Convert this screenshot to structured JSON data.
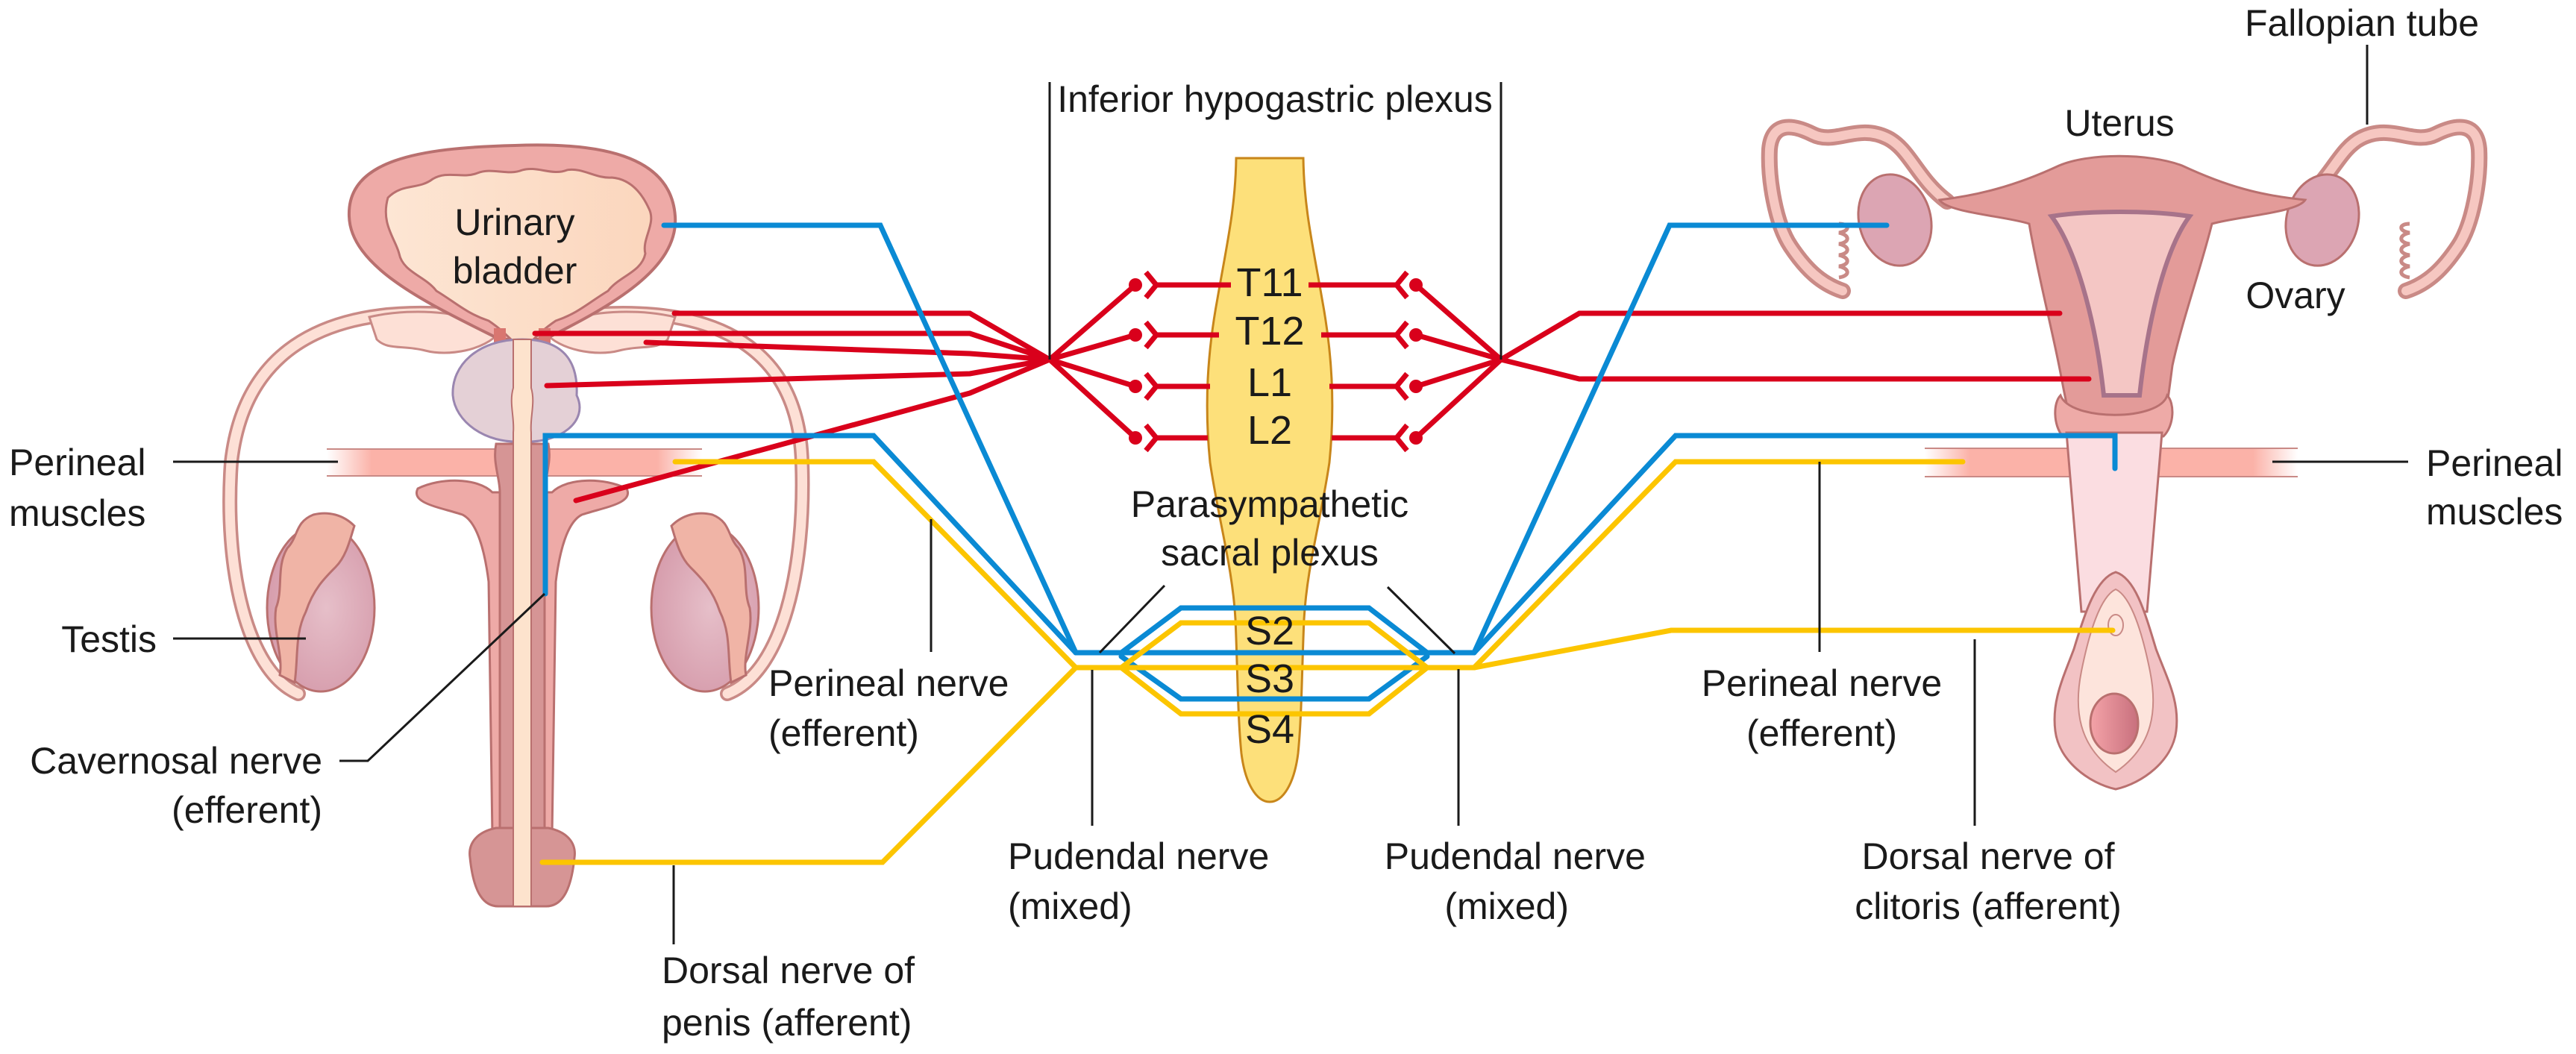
{
  "figure": {
    "type": "anatomical nerve diagram",
    "subject": "Autonomic and somatic innervation of male and female pelvic organs"
  },
  "colors": {
    "sympathetic_nerve": "#d9001b",
    "parasympathetic_nerve": "#0a8ad4",
    "somatic_nerve": "#fcc500",
    "spinal_cord": "#fde07a",
    "spinal_cord_outline": "#c8861a",
    "organ_pink": "#eeaaa7",
    "organ_outline": "#b9706f",
    "label_text": "#1a1a1a"
  },
  "spinal_cord": {
    "sympathetic_segments": [
      "T11",
      "T12",
      "L1",
      "L2"
    ],
    "sacral_segments": [
      "S2",
      "S3",
      "S4"
    ]
  },
  "labels": {
    "inferior_hypogastric_plexus": "Inferior hypogastric plexus",
    "parasympathetic_line1": "Parasympathetic",
    "parasympathetic_line2": "sacral plexus",
    "urinary_line1": "Urinary",
    "urinary_line2": "bladder",
    "perineal_muscles_left_line1": "Perineal",
    "perineal_muscles_left_line2": "muscles",
    "testis": "Testis",
    "cavernosal_line1": "Cavernosal nerve",
    "cavernosal_line2": "(efferent)",
    "perineal_nerve_male_line1": "Perineal nerve",
    "perineal_nerve_male_line2": "(efferent)",
    "pudendal_left_line1": "Pudendal nerve",
    "pudendal_left_line2": "(mixed)",
    "pudendal_right_line1": "Pudendal nerve",
    "pudendal_right_line2": "(mixed)",
    "dorsal_penis_line1": "Dorsal nerve of",
    "dorsal_penis_line2": "penis (afferent)",
    "fallopian_tube": "Fallopian tube",
    "uterus": "Uterus",
    "ovary": "Ovary",
    "perineal_muscles_right_line1": "Perineal",
    "perineal_muscles_right_line2": "muscles",
    "perineal_nerve_female_line1": "Perineal nerve",
    "perineal_nerve_female_line2": "(efferent)",
    "dorsal_clitoris_line1": "Dorsal nerve of",
    "dorsal_clitoris_line2": "clitoris (afferent)"
  }
}
